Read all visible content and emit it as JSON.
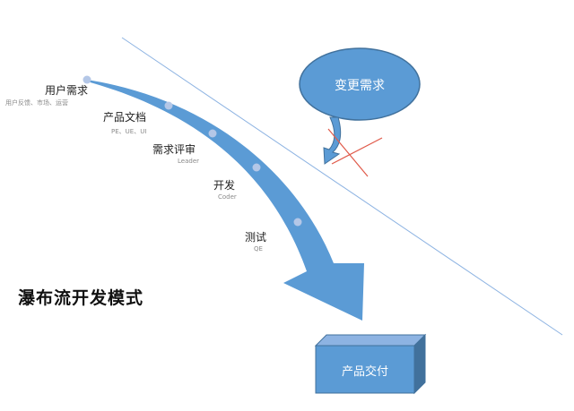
{
  "title": "瀑布流开发模式",
  "stages": [
    {
      "title": "用户需求",
      "subtitle": "用户反馈、市场、运营"
    },
    {
      "title": "产品文档",
      "subtitle": "PE、UE、UI"
    },
    {
      "title": "需求评审",
      "subtitle": "Leader"
    },
    {
      "title": "开发",
      "subtitle": "Coder"
    },
    {
      "title": "测试",
      "subtitle": "QE"
    }
  ],
  "change_request": "变更需求",
  "deliverable": "产品交付",
  "colors": {
    "accent": "#5b9bd5",
    "accent_dark": "#41719c",
    "dot": "#b4c7e7",
    "cross": "#e05a4a",
    "line": "#8db3e2"
  }
}
